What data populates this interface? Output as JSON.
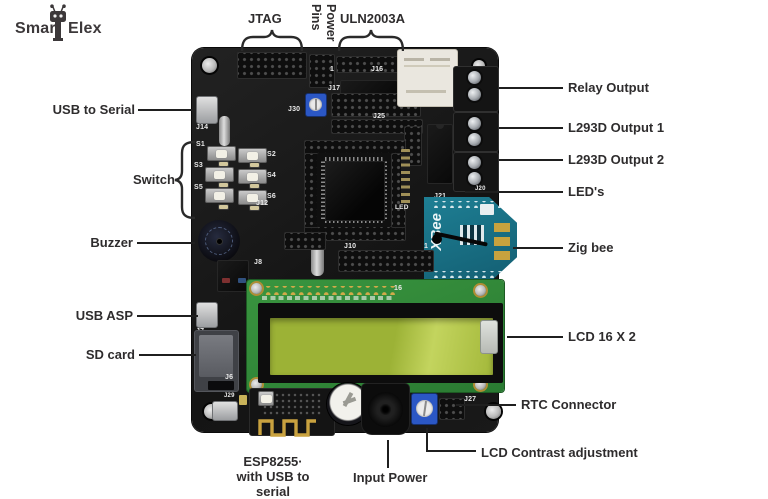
{
  "logo": {
    "brand_left": "Smar",
    "brand_right": "Elex",
    "icon": "robot-icon"
  },
  "callouts": {
    "jtag": "JTAG",
    "power_pins_line1": "Power",
    "power_pins_line2": "Pins",
    "uln2003a": "ULN2003A",
    "usb_to_serial": "USB to Serial",
    "switch": "Switch",
    "buzzer": "Buzzer",
    "usb_asp": "USB ASP",
    "sd_card": "SD card",
    "relay_output": "Relay Output",
    "l293d_output_1": "L293D Output 1",
    "l293d_output_2": "L293D Output 2",
    "leds": "LED's",
    "zigbee": "Zig bee",
    "lcd_16x2": "LCD 16 X 2",
    "rtc_connector": "RTC Connector",
    "lcd_contrast": "LCD Contrast adjustment",
    "esp_line1": "ESP8255·",
    "esp_line2": "with USB to serial",
    "input_power": "Input Power"
  },
  "board": {
    "silkscreen": {
      "j14": "J14",
      "j16": "J16",
      "j17": "J17",
      "j25": "J25",
      "j30": "J30",
      "j21": "J21",
      "j20": "J20",
      "j10": "J10",
      "j12": "J12",
      "j8": "J8",
      "j7": "J7",
      "j6": "J6",
      "j29": "J29",
      "j27": "J27",
      "s1": "S1",
      "s2": "S2",
      "s3": "S3",
      "s4": "S4",
      "s5": "S5",
      "s6": "S6",
      "led": "LED",
      "one": "1",
      "lcd_pin1": "1",
      "lcd_pin16": "16"
    },
    "modules": {
      "xbee_logo": "XBee"
    }
  },
  "colors": {
    "pcb": "#191919",
    "lcd_board": "#2f8b38",
    "lcd_screen": "#a9be40",
    "xbee_teal": "#1a7487",
    "trimmer_blue": "#2b57c5",
    "relay_body": "#eae7df",
    "label_text": "#2e2c2d",
    "callout_line": "#1f1f1f"
  }
}
